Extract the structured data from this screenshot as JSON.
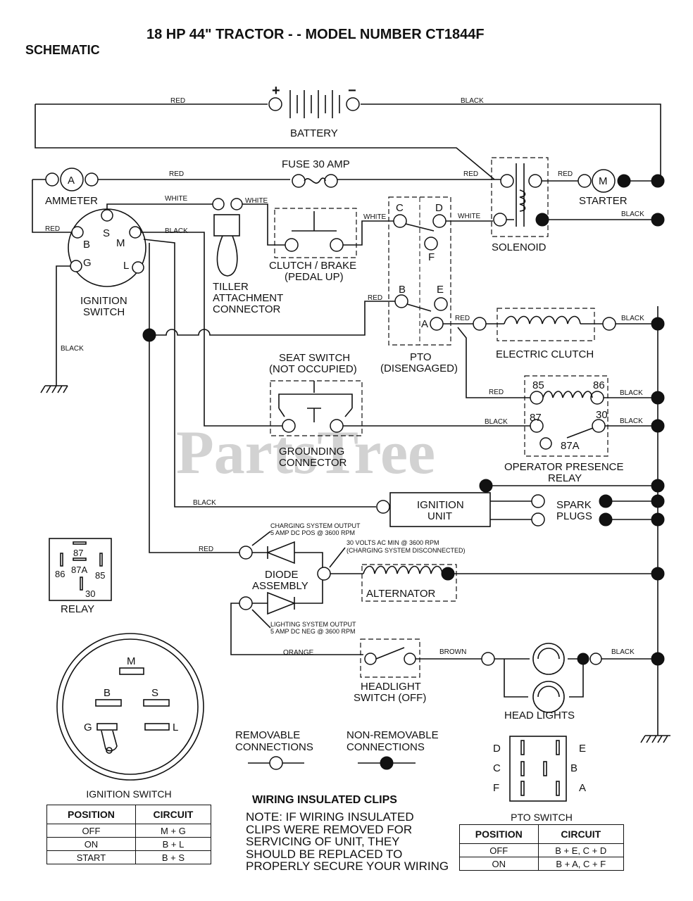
{
  "title": "18 HP 44\" TRACTOR - - MODEL NUMBER CT1844F",
  "subtitle": "SCHEMATIC",
  "watermark": "PartsTree",
  "components": {
    "battery": "BATTERY",
    "battery_pos": "+",
    "battery_neg": "−",
    "fuse": "FUSE 30 AMP",
    "ammeter": "AMMETER",
    "ammeter_symbol": "A",
    "starter": "STARTER",
    "starter_symbol": "M",
    "solenoid": "SOLENOID",
    "ignition_switch": [
      "IGNITION",
      "SWITCH"
    ],
    "tiller": [
      "TILLER",
      "ATTACHMENT",
      "CONNECTOR"
    ],
    "clutch_brake": [
      "CLUTCH / BRAKE",
      "(PEDAL UP)"
    ],
    "pto": [
      "PTO",
      "(DISENGAGED)"
    ],
    "electric_clutch": "ELECTRIC CLUTCH",
    "seat_switch": [
      "SEAT SWITCH",
      "(NOT OCCUPIED)"
    ],
    "grounding_connector": [
      "GROUNDING",
      "CONNECTOR"
    ],
    "operator_presence_relay": [
      "OPERATOR PRESENCE",
      "RELAY"
    ],
    "ignition_unit": [
      "IGNITION",
      "UNIT"
    ],
    "spark_plugs": [
      "SPARK",
      "PLUGS"
    ],
    "relay": "RELAY",
    "diode_assembly": [
      "DIODE",
      "ASSEMBLY"
    ],
    "alternator": "ALTERNATOR",
    "headlight_switch": [
      "HEADLIGHT",
      "SWITCH (OFF)"
    ],
    "head_lights": "HEAD LIGHTS"
  },
  "terminals": {
    "ignition": {
      "S": "S",
      "B": "B",
      "M": "M",
      "G": "G",
      "L": "L"
    },
    "pto": {
      "C": "C",
      "D": "D",
      "F": "F",
      "B": "B",
      "E": "E",
      "A": "A"
    },
    "relay": {
      "r85": "85",
      "r86": "86",
      "r87": "87",
      "r30": "30",
      "r87a": "87A"
    }
  },
  "wire_colors": {
    "red": "RED",
    "black": "BLACK",
    "white": "WHITE",
    "orange": "ORANGE",
    "brown": "BROWN"
  },
  "annotations": {
    "charging_output": [
      "CHARGING SYSTEM OUTPUT",
      "5 AMP DC POS @ 3600 RPM"
    ],
    "ac_min": [
      "30 VOLTS AC MIN @ 3600 RPM",
      "(CHARGING SYSTEM DISCONNECTED)"
    ],
    "lighting_output": [
      "LIGHTING SYSTEM OUTPUT",
      "5 AMP DC NEG @ 3600 RPM"
    ]
  },
  "legend": {
    "removable": [
      "REMOVABLE",
      "CONNECTIONS"
    ],
    "non_removable": [
      "NON-REMOVABLE",
      "CONNECTIONS"
    ]
  },
  "ignition_table": {
    "caption": "IGNITION SWITCH",
    "headers": [
      "POSITION",
      "CIRCUIT"
    ],
    "rows": [
      [
        "OFF",
        "M + G"
      ],
      [
        "ON",
        "B + L"
      ],
      [
        "START",
        "B + S"
      ]
    ]
  },
  "pto_table": {
    "caption": "PTO SWITCH",
    "headers": [
      "POSITION",
      "CIRCUIT"
    ],
    "rows": [
      [
        "OFF",
        "B + E, C + D"
      ],
      [
        "ON",
        "B + A, C + F"
      ]
    ]
  },
  "clips_note": {
    "heading": "WIRING INSULATED CLIPS",
    "lines": [
      "NOTE: IF WIRING INSULATED",
      "CLIPS WERE REMOVED FOR",
      "SERVICING OF UNIT, THEY",
      "SHOULD BE REPLACED TO",
      "PROPERLY SECURE YOUR WIRING"
    ]
  }
}
